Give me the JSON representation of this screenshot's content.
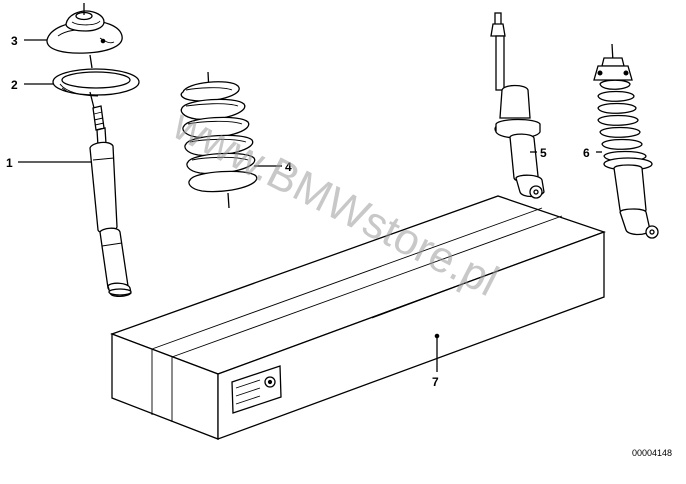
{
  "callouts": [
    {
      "id": "1",
      "label": "1"
    },
    {
      "id": "2",
      "label": "2"
    },
    {
      "id": "3",
      "label": "3"
    },
    {
      "id": "4",
      "label": "4"
    },
    {
      "id": "5",
      "label": "5"
    },
    {
      "id": "6",
      "label": "6"
    },
    {
      "id": "7",
      "label": "7"
    }
  ],
  "watermark": "www.BMWstore.pl",
  "reference_number": "00004148",
  "colors": {
    "line": "#000000",
    "background": "#ffffff",
    "watermark": "#9a9a9a"
  }
}
